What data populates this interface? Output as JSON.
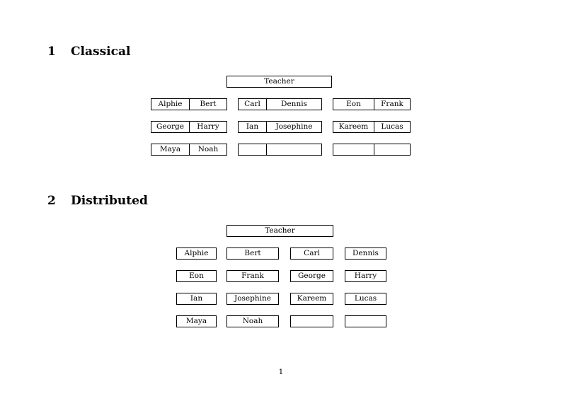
{
  "document": {
    "page_number": "1"
  },
  "sections": [
    {
      "number": "1",
      "title": "Classical",
      "teacher_label": "Teacher",
      "groups": [
        {
          "rows": [
            [
              "Alphie",
              "Bert"
            ],
            [
              "George",
              "Harry"
            ],
            [
              "Maya",
              "Noah"
            ]
          ]
        },
        {
          "rows": [
            [
              "Carl",
              "Dennis"
            ],
            [
              "Ian",
              "Josephine"
            ],
            [
              "",
              ""
            ]
          ]
        },
        {
          "rows": [
            [
              "Eon",
              "Frank"
            ],
            [
              "Kareem",
              "Lucas"
            ],
            [
              "",
              ""
            ]
          ]
        }
      ]
    },
    {
      "number": "2",
      "title": "Distributed",
      "teacher_label": "Teacher",
      "grid": [
        [
          "Alphie",
          "Bert",
          "Carl",
          "Dennis"
        ],
        [
          "Eon",
          "Frank",
          "George",
          "Harry"
        ],
        [
          "Ian",
          "Josephine",
          "Kareem",
          "Lucas"
        ],
        [
          "Maya",
          "Noah",
          "",
          ""
        ]
      ]
    }
  ]
}
